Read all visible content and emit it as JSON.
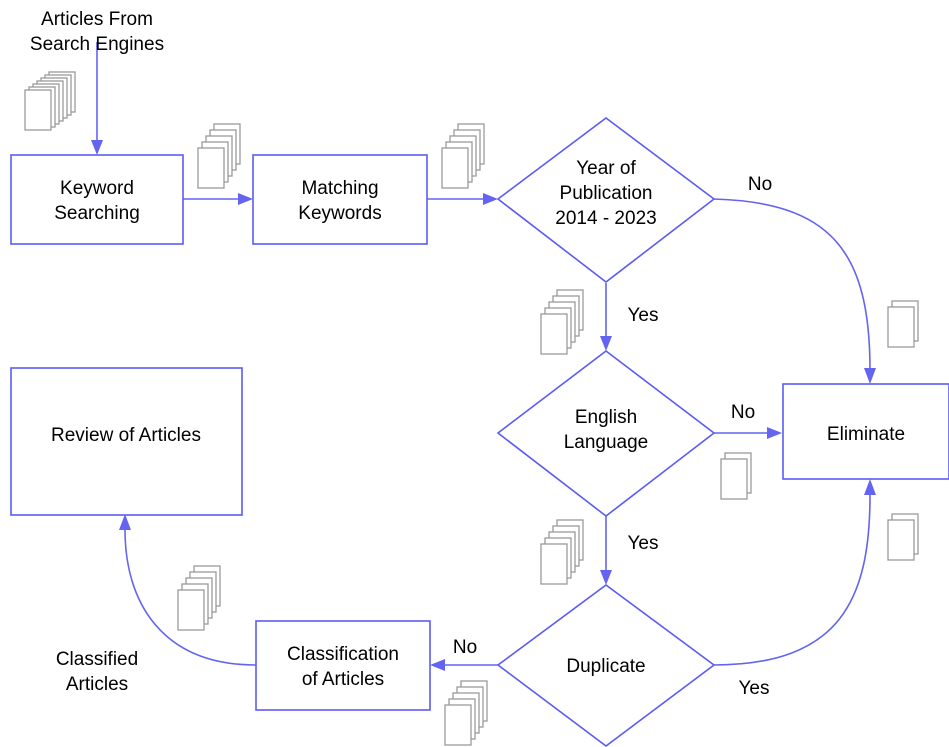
{
  "colors": {
    "node_stroke": "#5b5bf5",
    "edge": "#6464f0",
    "doc_stroke": "#9a9a9a",
    "text": "#000000"
  },
  "source": {
    "line1": "Articles From",
    "line2": "Search Engines"
  },
  "nodes": {
    "keyword_searching": {
      "line1": "Keyword",
      "line2": "Searching"
    },
    "matching_keywords": {
      "line1": "Matching",
      "line2": "Keywords"
    },
    "year_of_publication": {
      "line1": "Year of",
      "line2": "Publication",
      "line3": "2014 - 2023"
    },
    "english_language": {
      "line1": "English",
      "line2": "Language"
    },
    "duplicate": {
      "line1": "Duplicate"
    },
    "eliminate": {
      "line1": "Eliminate"
    },
    "classification_of_articles": {
      "line1": "Classification",
      "line2": "of Articles"
    },
    "review_of_articles": {
      "line1": "Review of Articles"
    }
  },
  "edge_labels": {
    "year_no": "No",
    "year_yes": "Yes",
    "english_no": "No",
    "english_yes": "Yes",
    "duplicate_no": "No",
    "duplicate_yes": "Yes"
  },
  "classified": {
    "line1": "Classified",
    "line2": "Articles"
  },
  "icons": {
    "document_stack": "document-stack-icon"
  }
}
